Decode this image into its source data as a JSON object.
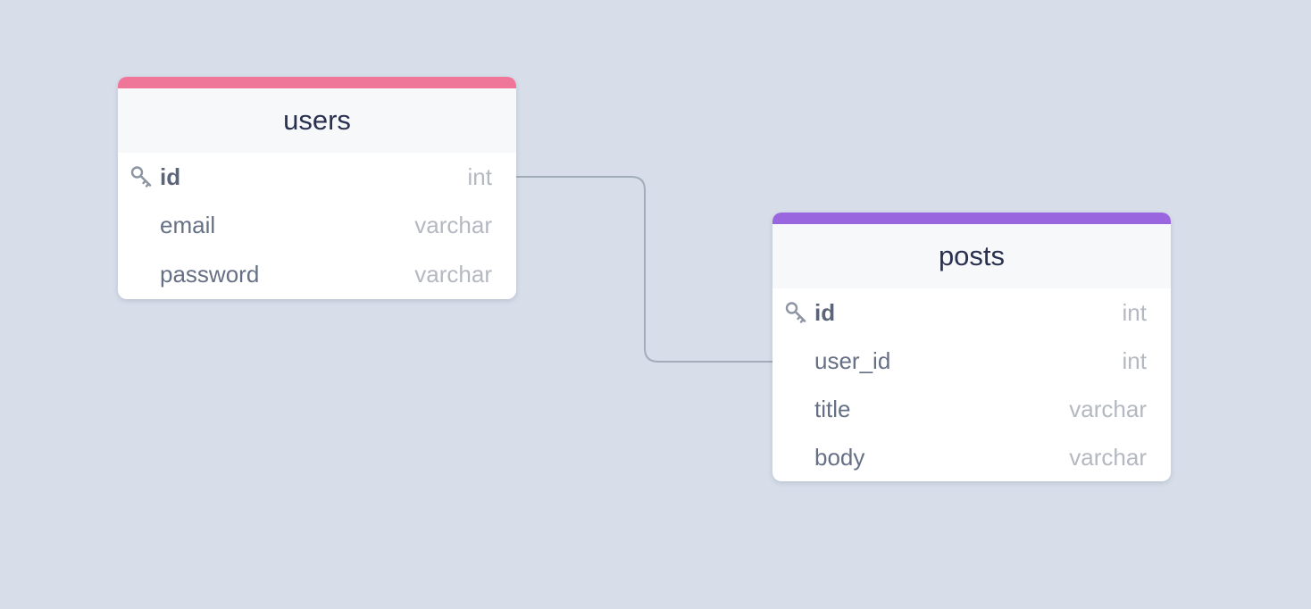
{
  "tables": {
    "users": {
      "name": "users",
      "accent_color": "#f07699",
      "columns": [
        {
          "name": "id",
          "type": "int",
          "primary_key": true,
          "icon": "key-icon"
        },
        {
          "name": "email",
          "type": "varchar",
          "primary_key": false
        },
        {
          "name": "password",
          "type": "varchar",
          "primary_key": false
        }
      ]
    },
    "posts": {
      "name": "posts",
      "accent_color": "#9966e0",
      "columns": [
        {
          "name": "id",
          "type": "int",
          "primary_key": true,
          "icon": "key-icon"
        },
        {
          "name": "user_id",
          "type": "int",
          "primary_key": false
        },
        {
          "name": "title",
          "type": "varchar",
          "primary_key": false
        },
        {
          "name": "body",
          "type": "varchar",
          "primary_key": false
        }
      ]
    }
  },
  "relationships": [
    {
      "from": "users.id",
      "to": "posts.user_id",
      "color": "#a2adb9"
    }
  ]
}
